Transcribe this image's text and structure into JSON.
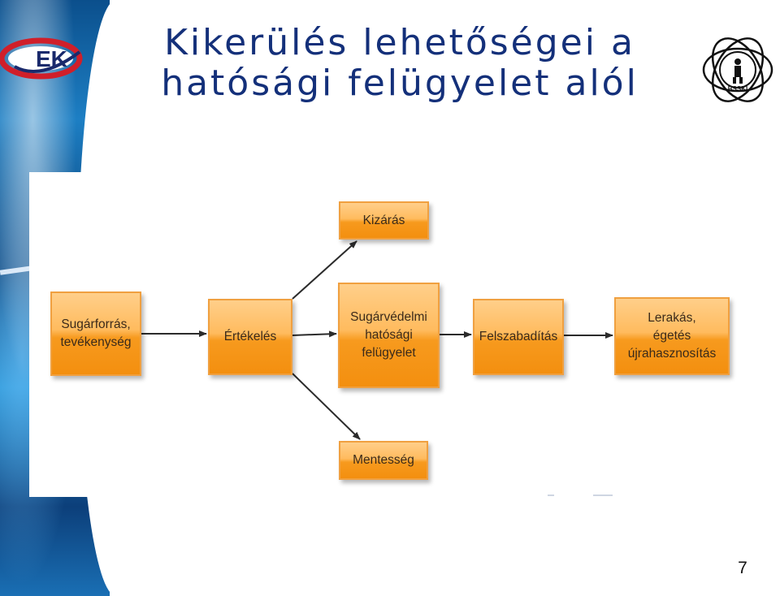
{
  "slide": {
    "title": "Kikerülés lehetőségei a hatósági felügyelet alól",
    "page_number": "7"
  },
  "diagram": {
    "nodes": {
      "source": "Sugárforrás,\ntevékenység",
      "evaluation": "Értékelés",
      "exclusion": "Kizárás",
      "supervision": "Sugárvédelmi\nhatósági\nfelügyelet",
      "exemption": "Mentesség",
      "clearance": "Felszabadítás",
      "disposal": "Lerakás,\négetés\nújrahasznosítás"
    }
  },
  "colors": {
    "title": "#14307a",
    "box_border": "#f0a040",
    "box_fill_top": "#ffcf8a",
    "box_fill_bottom": "#f38f0f",
    "arrow": "#2b2b2b"
  },
  "logos": {
    "left_logo_text": "EK",
    "right_logo_text": "BSSKI"
  }
}
